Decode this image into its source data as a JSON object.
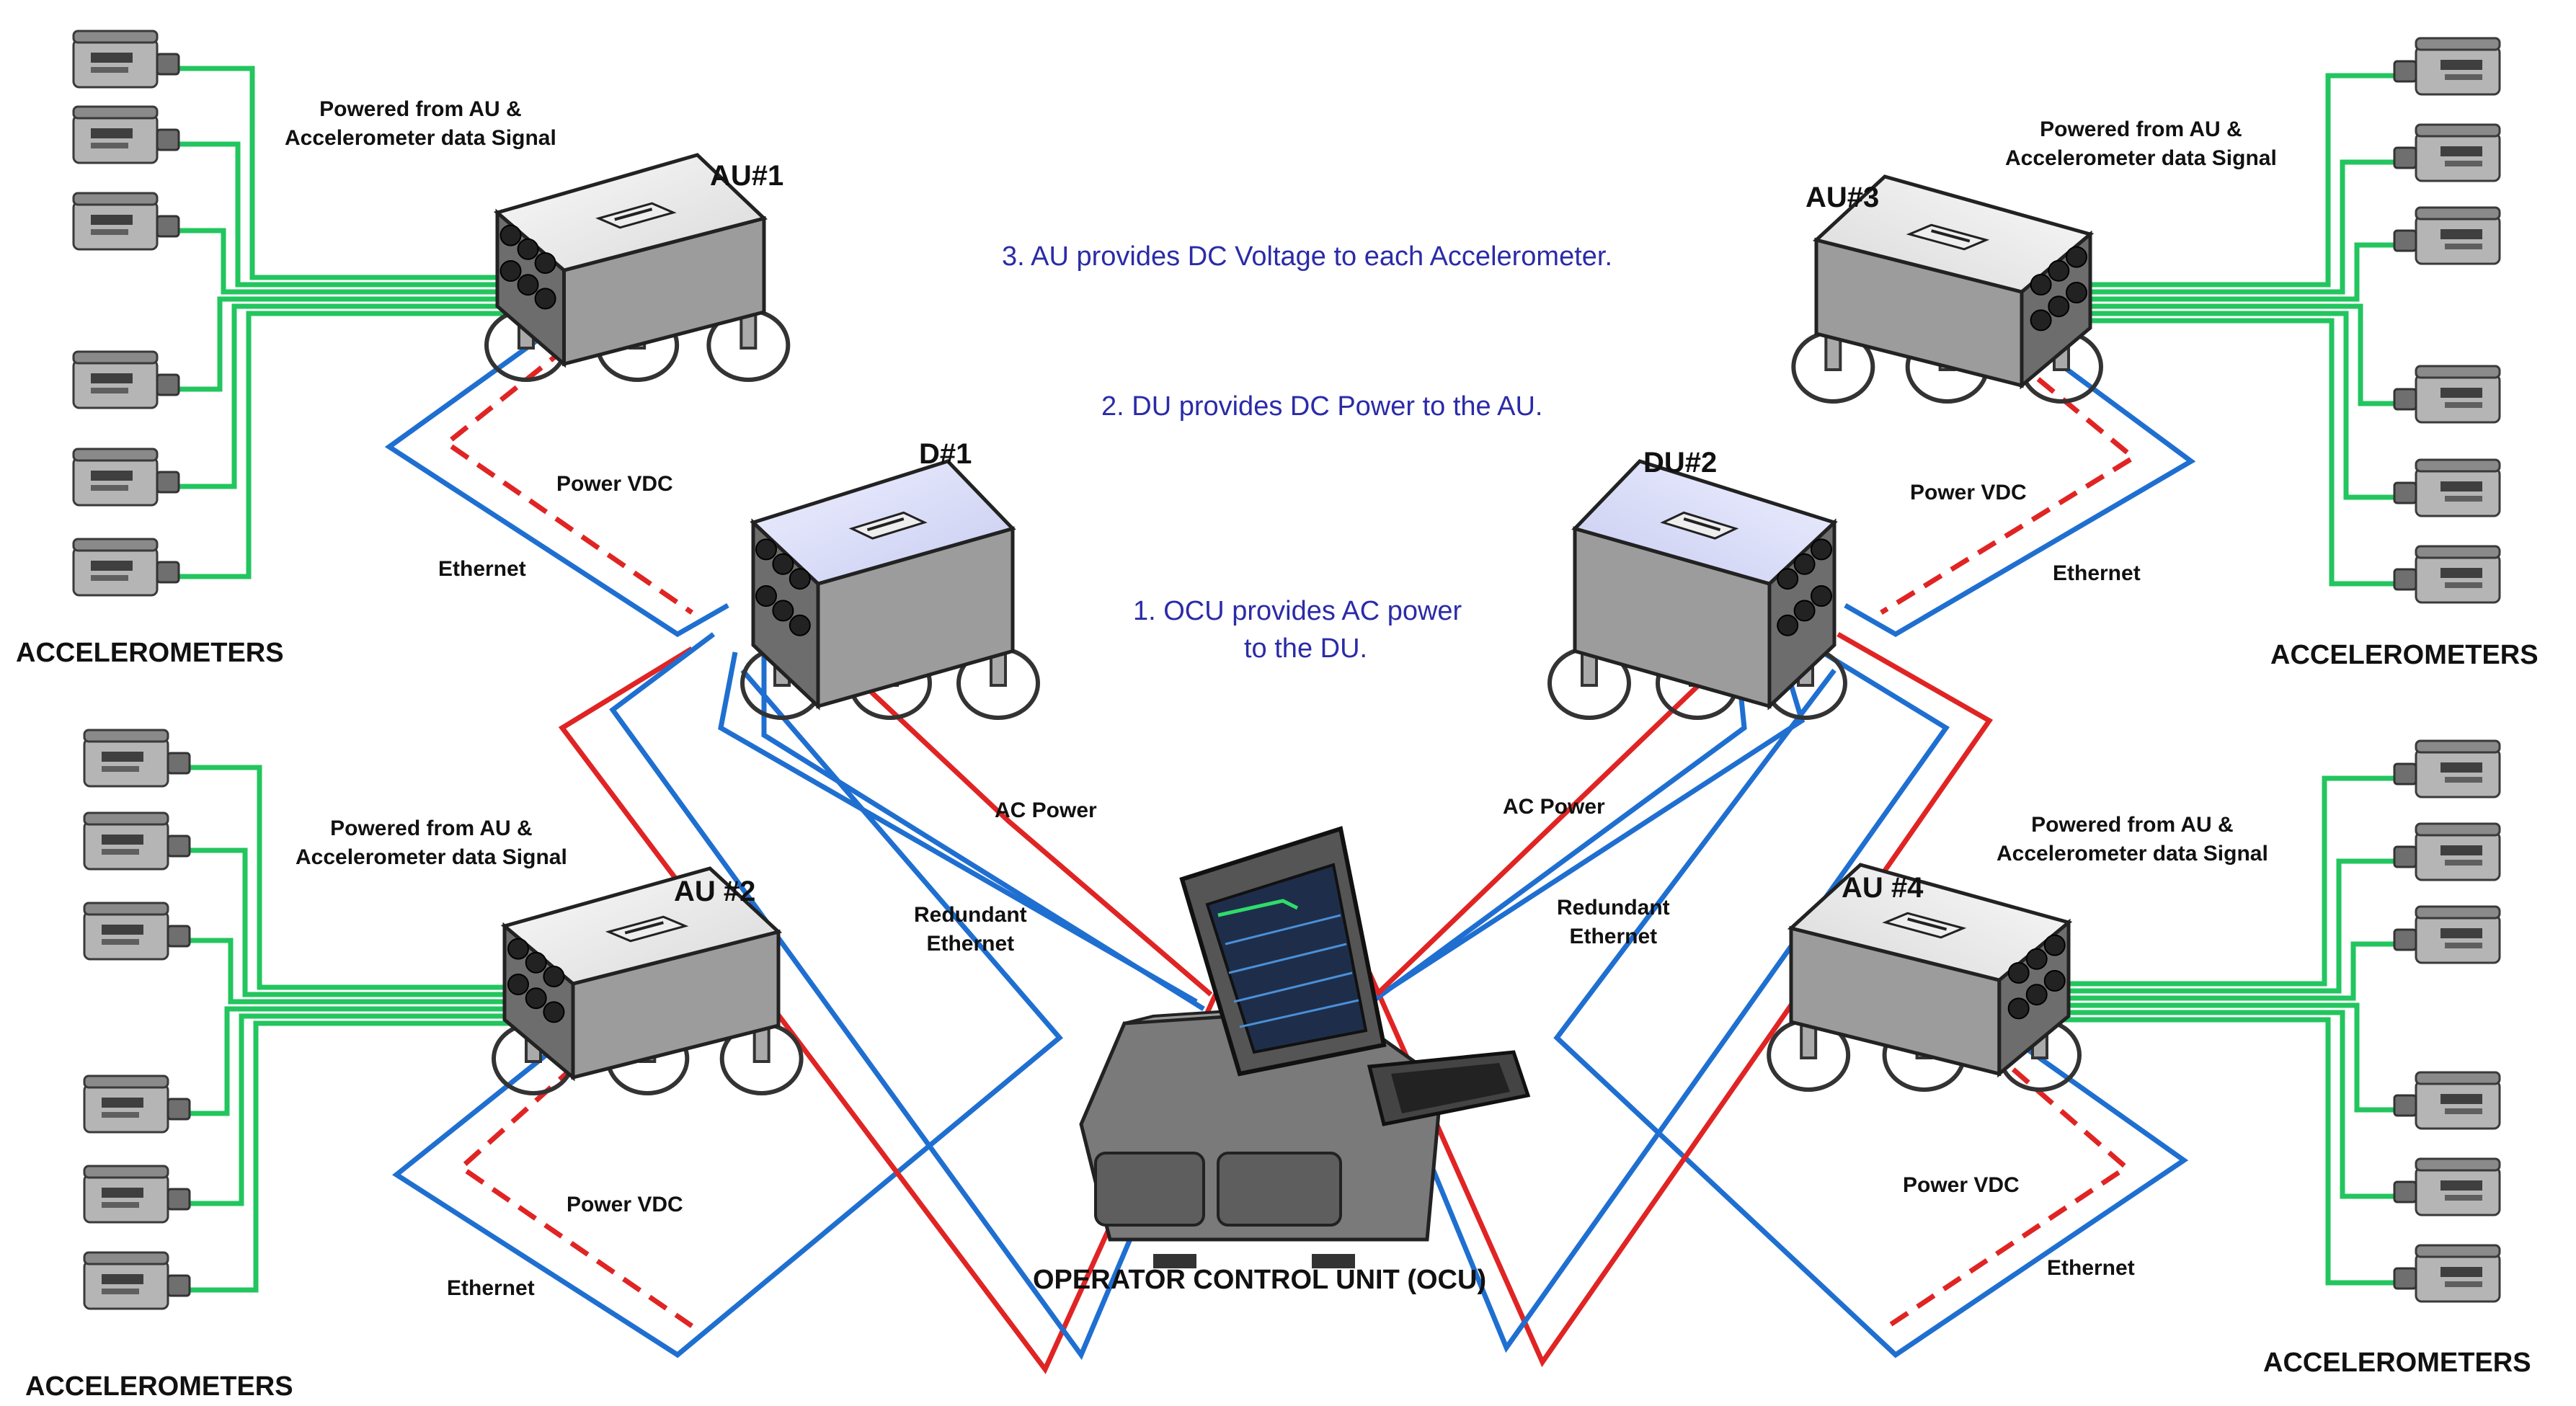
{
  "notes": {
    "note3": "3. AU provides DC Voltage to each Accelerometer.",
    "note2": "2. DU provides DC Power to the AU.",
    "note1_line1": "1. OCU provides AC power",
    "note1_line2": "to the DU."
  },
  "units": {
    "au1": "AU#1",
    "au2": "AU #2",
    "au3": "AU#3",
    "au4": "AU #4",
    "du1": "D#1",
    "du2": "DU#2",
    "ocu": "OPERATOR CONTROL UNIT (OCU)"
  },
  "labels": {
    "accelerometers": "ACCELEROMETERS",
    "powered_line1": "Powered from AU &",
    "powered_line2": "Accelerometer data Signal",
    "power_vdc": "Power VDC",
    "ethernet": "Ethernet",
    "ac_power": "AC Power",
    "redundant_line1": "Redundant",
    "redundant_line2": "Ethernet"
  },
  "colors": {
    "green_signal": "#22c55e",
    "blue_ethernet": "#1f6fd1",
    "red_power": "#e02424",
    "note_text": "#2b2ba8"
  }
}
